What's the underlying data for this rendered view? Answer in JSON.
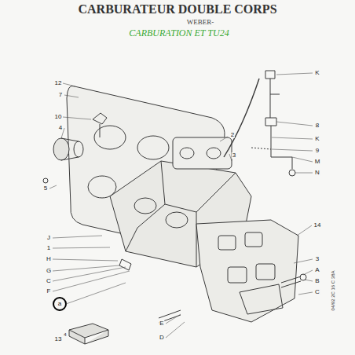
{
  "diagram": {
    "title": "CARBURATEUR DOUBLE CORPS",
    "labels": [
      "WEBER-",
      "CARBURATION ET TU24",
      "12",
      "7",
      "10",
      "4",
      "5",
      "J",
      "1",
      "H",
      "G",
      "C",
      "F",
      "a",
      "13",
      "4",
      "E",
      "D",
      "2",
      "3",
      "K",
      "8",
      "K",
      "9",
      "M",
      "N",
      "14",
      "3",
      "A",
      "B",
      "C",
      "04/92 2C 16 C 38A"
    ]
  }
}
